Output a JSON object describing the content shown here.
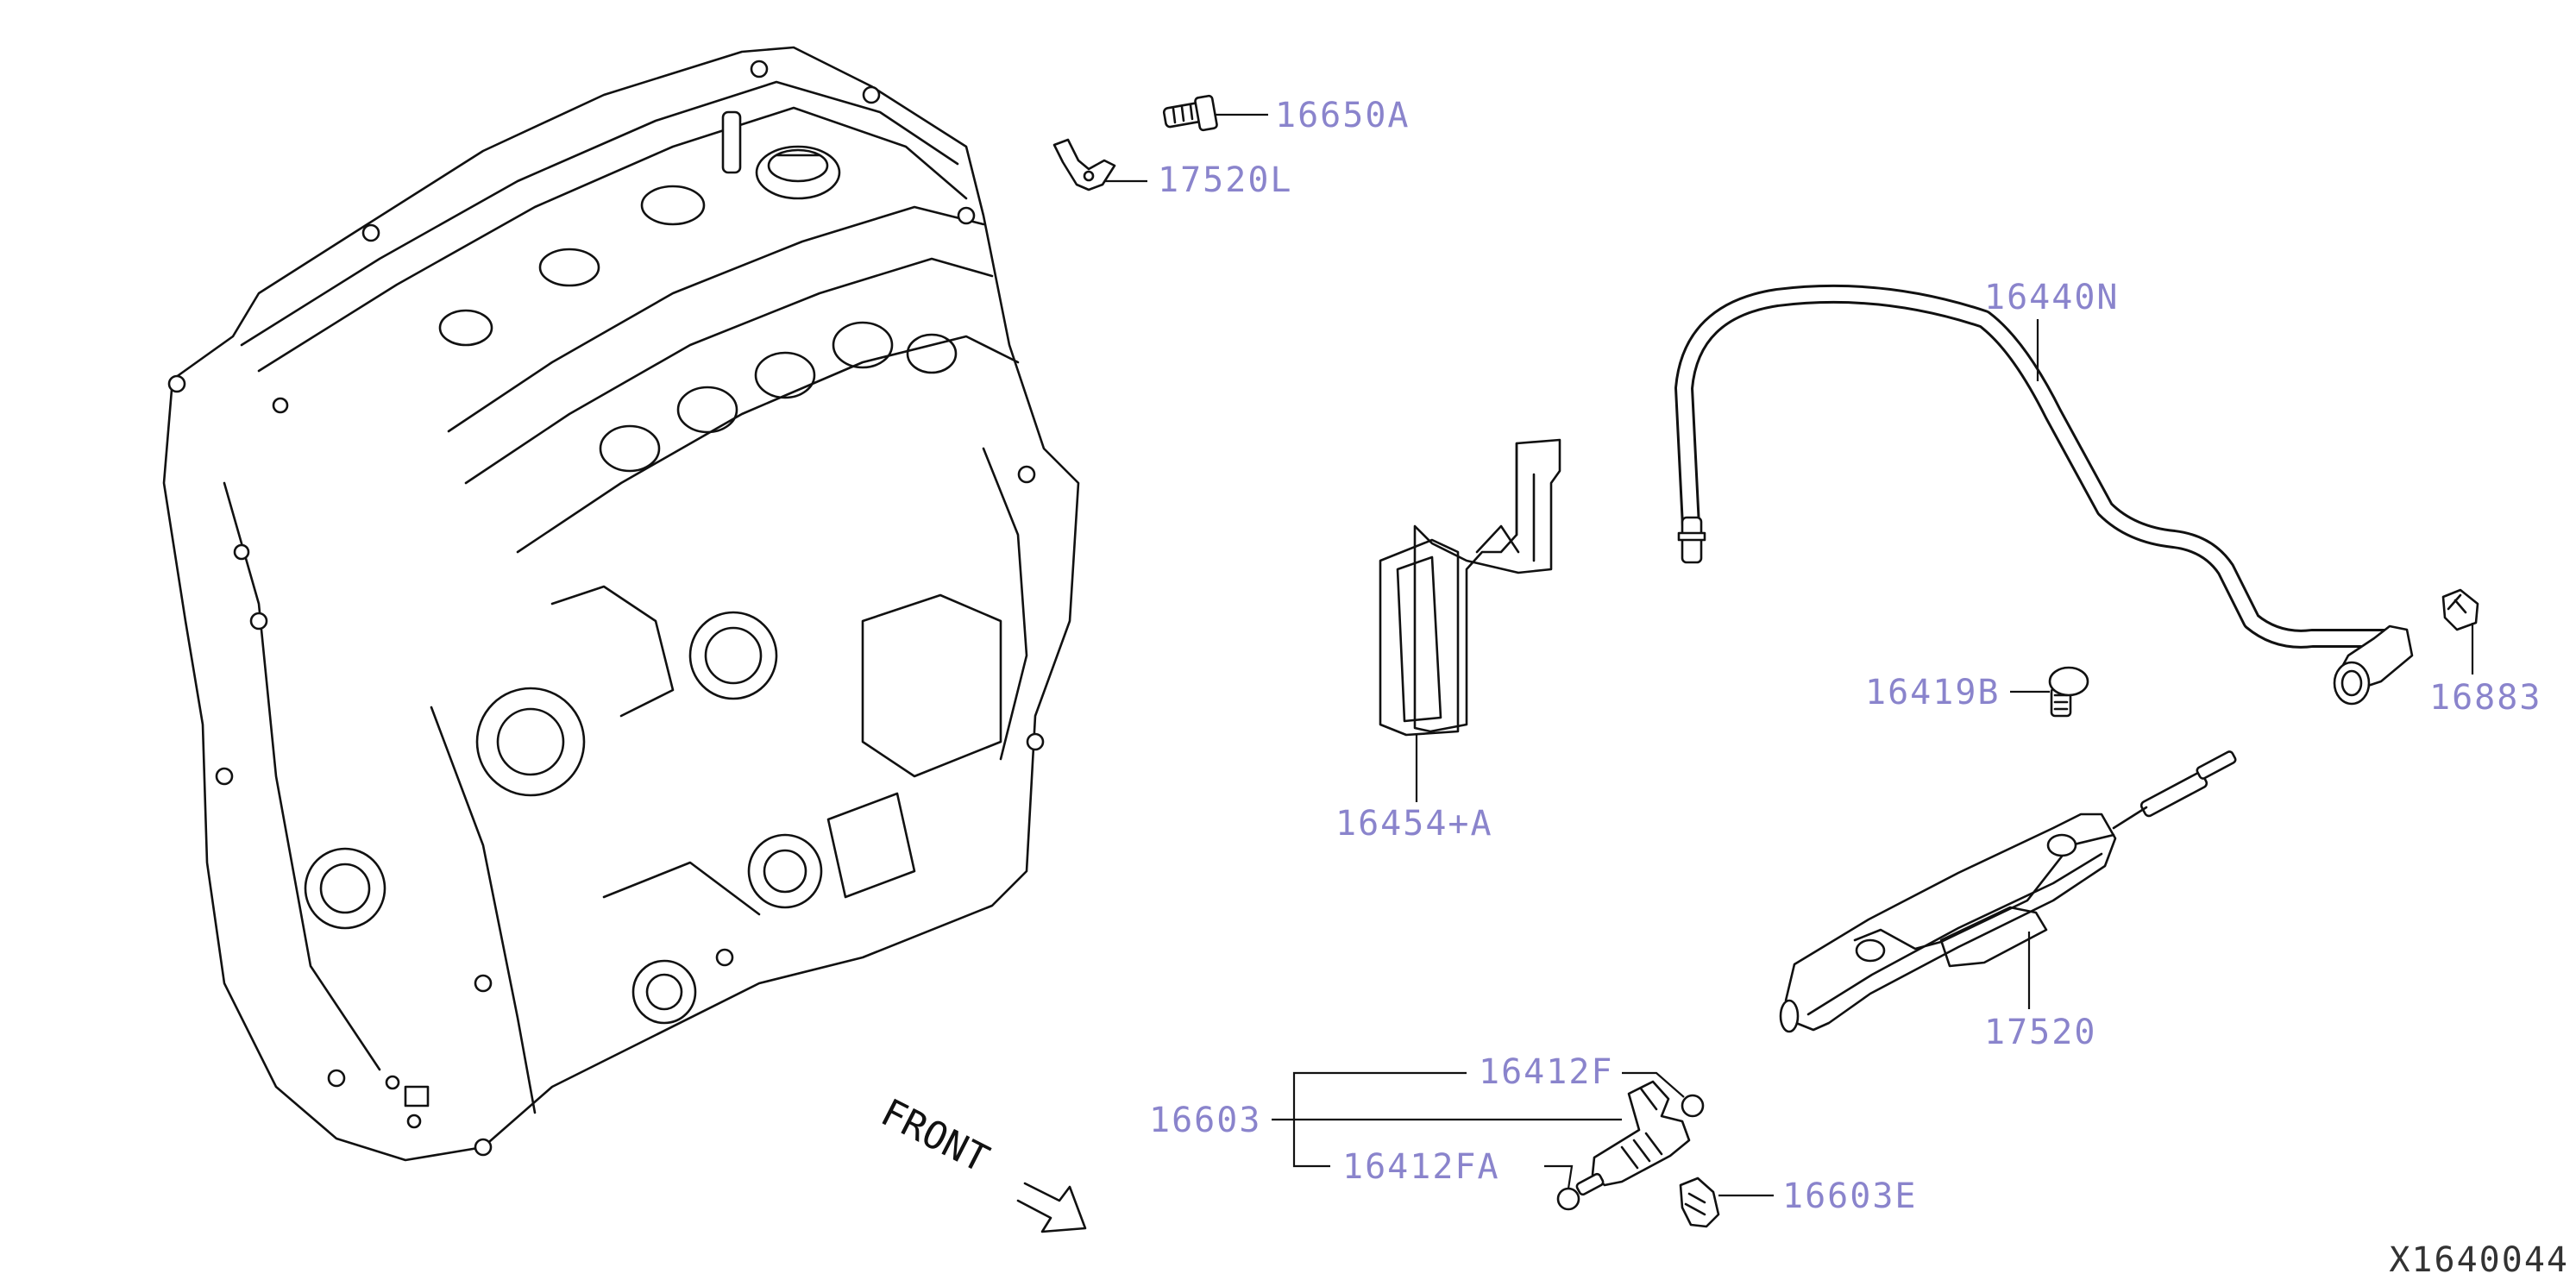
{
  "diagram": {
    "reference_code": "X1640044",
    "direction_label": "FRONT",
    "accent_color": "#8a84cc",
    "line_color": "#111111",
    "callouts": {
      "bolt_top": "16650A",
      "bracket_top": "17520L",
      "fuel_hose": "16440N",
      "hose_clip": "16883",
      "bolt_mid": "16419B",
      "fuel_rail_bracket": "16454+A",
      "fuel_rail": "17520",
      "injector_assembly": "16603",
      "o_ring_upper": "16412F",
      "o_ring_lower": "16412FA",
      "injector_clip": "16603E"
    }
  }
}
